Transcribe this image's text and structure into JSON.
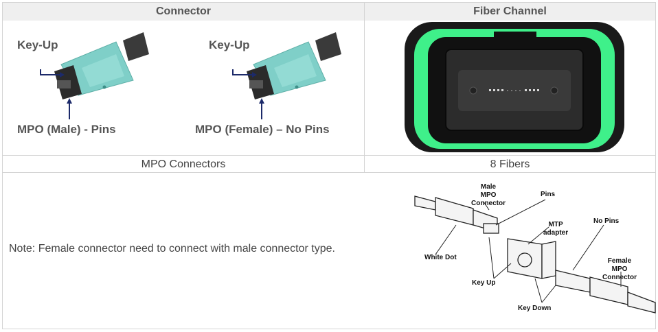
{
  "header": {
    "connector": "Connector",
    "fiber_channel": "Fiber Channel"
  },
  "connectors": {
    "male": {
      "key_label": "Key-Up",
      "caption": "MPO (Male) - Pins"
    },
    "female": {
      "key_label": "Key-Up",
      "caption": "MPO (Female) – No Pins"
    }
  },
  "captions": {
    "left": "MPO Connectors",
    "right": "8 Fibers"
  },
  "note": "Note: Female connector need to connect with male connector type.",
  "diagram": {
    "male_connector": [
      "Male",
      "MPO",
      "Connector"
    ],
    "pins": "Pins",
    "mtp_adapter": [
      "MTP",
      "adapter"
    ],
    "no_pins": "No Pins",
    "female_connector": [
      "Female",
      "MPO",
      "Connector"
    ],
    "white_dot": "White Dot",
    "key_up": "Key Up",
    "key_down": "Key Down"
  },
  "colors": {
    "aqua": "#7fcfc8",
    "green": "#3ff08a",
    "header_bg": "#efefef",
    "arrow": "#1c2a6a"
  }
}
